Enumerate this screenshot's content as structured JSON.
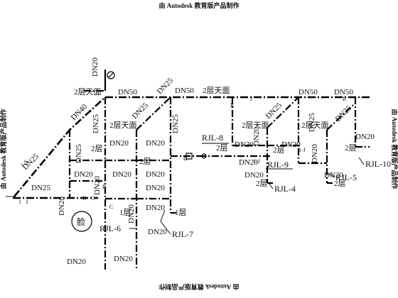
{
  "watermarks": {
    "top": "由 Autodesk 教育版产品制作",
    "bottom": "由 Autodesk 教育版产品制作",
    "left": "由 Autodesk 教育版产品制作",
    "right": "由 Autodesk 教育版产品制作"
  },
  "risers": {
    "rjl6": "RJL-6",
    "rjl7": "RJL-7",
    "rjl8": "RJL-8",
    "rjl9": "RJL-9",
    "rjl4": "RJL-4",
    "rjl5": "RJL-5",
    "rjl10": "RJL-10"
  },
  "pipe_sizes": {
    "dn20": "DN20",
    "dn25": "DN25",
    "dn40": "DN40",
    "dn50": "DN50"
  },
  "floors": {
    "roof": "2层天面",
    "second": "2层",
    "first": "1层"
  },
  "marks": {
    "r": "R",
    "c": "C",
    "j": "J",
    "one": "1",
    "one_j": "1-J",
    "arrow": "d",
    "one_s": "1-S"
  },
  "meter_label": "脸"
}
